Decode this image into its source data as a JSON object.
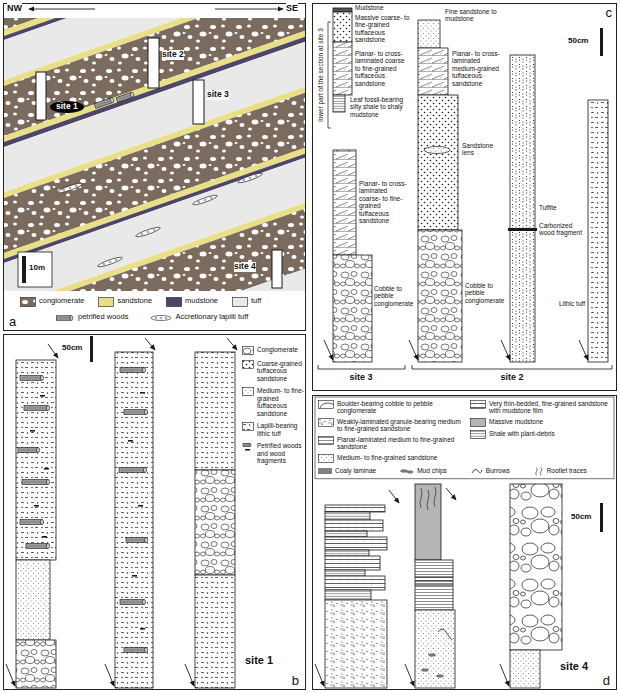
{
  "diagram": {
    "nodes": [
      {
        "text": [
          "a"
        ]
      },
      {
        "text": [
          "b"
        ]
      },
      {
        "text": [
          "c"
        ]
      },
      {
        "text": [
          "d"
        ]
      }
    ],
    "labels": [
      "NW",
      "SE",
      "site 1",
      "site 2",
      "site 3",
      "site 4",
      "10m",
      "50cm",
      "site 1",
      "lower part of the section at site 3",
      "Mudstone",
      "Massive coarse- to fine-grained tuffaceous sandstone",
      "Planar- to cross-laminated coarse to fine-grained tuffaceous sandstone",
      "Leaf fossil-bearing silty shale to shaly mudstone",
      "Planar- to cross-laminated coarse- to fine-grained tuffaceous sandstone",
      "Cobble to pebble conglomerate",
      "Fine sandstone to mudstone",
      "Planar- to cross-laminated medium-grained tuffaceous sandstone",
      "Sandstone lens",
      "Cobble to pebble conglomerate",
      "50cm",
      "Tuffite",
      "Carbonized wood fragment",
      "Lithic tuff",
      "site 3",
      "site 2",
      "50cm",
      "site 4"
    ],
    "legend": [
      {
        "text": "conglomerate"
      },
      {
        "text": "sandstone",
        "color": "#e8df86"
      },
      {
        "text": "mudstone",
        "color": "#4f4569"
      },
      {
        "text": "tuff",
        "color": "#e9e9e9"
      },
      {
        "text": "petrified woods"
      },
      {
        "text": "Accretionary lapilli tuff"
      },
      {
        "text": "Conglomerate"
      },
      {
        "text": "Coarse-grained tuffaceous sandstone"
      },
      {
        "text": "Medium- to fine-grained tuffaceous sandstone"
      },
      {
        "text": "Lapilli-bearing lithic tuff"
      },
      {
        "text": "Petrified woods and wood fragments"
      },
      {
        "text": "Boulder-bearing cobble to pebble conglomerate"
      },
      {
        "text": "Weakly-laminated granule-bearing medium to fine-grained sandstone"
      },
      {
        "text": "Planar-laminated medium to fine-grained sandstone"
      },
      {
        "text": "Medium- to fine-grained sandstone"
      },
      {
        "text": "Coaly laminae"
      },
      {
        "text": "Very thin-bedded, fine-grained sandstone with mudstone film"
      },
      {
        "text": "Massive mudstone"
      },
      {
        "text": "Shale with plant-debris"
      },
      {
        "text": "Mud chips"
      },
      {
        "text": "Burrows"
      },
      {
        "text": "Rootlet traces"
      }
    ]
  }
}
